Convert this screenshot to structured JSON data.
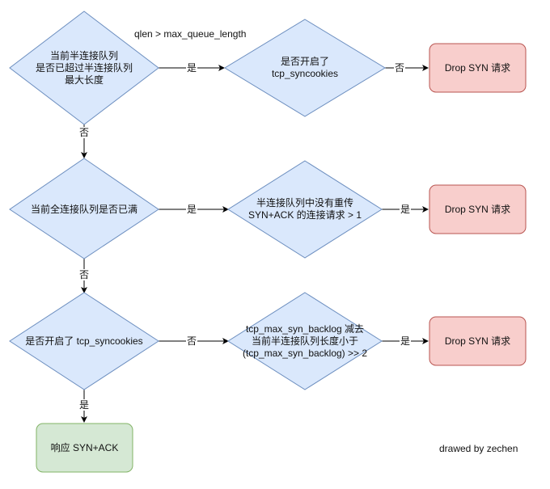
{
  "annotation_top": "qlen > max_queue_length",
  "nodes": {
    "d1": "当前半连接队列\n是否已超过半连接队列\n最大长度",
    "d2": "是否开启了\ntcp_syncookies",
    "d3": "当前全连接队列是否已满",
    "d4": "半连接队列中没有重传\nSYN+ACK 的连接请求 > 1",
    "d5": "是否开启了 tcp_syncookies",
    "d6": "tcp_max_syn_backlog 减去\n当前半连接队列长度小于\n(tcp_max_syn_backlog) >> 2",
    "drop1": "Drop SYN 请求",
    "drop2": "Drop SYN 请求",
    "drop3": "Drop SYN 请求",
    "respond": "响应 SYN+ACK"
  },
  "edges": {
    "d1_d2": "是",
    "d2_drop1": "否",
    "d1_d3": "否",
    "d3_d4": "是",
    "d4_drop2": "是",
    "d3_d5": "否",
    "d5_d6": "否",
    "d6_drop3": "是",
    "d5_respond": "是"
  },
  "credit": "drawed  by zechen",
  "colors": {
    "decision_fill": "#dae8fc",
    "decision_stroke": "#6c8ebf",
    "drop_fill": "#f8cecc",
    "drop_stroke": "#b85450",
    "respond_fill": "#d5e8d4",
    "respond_stroke": "#82b366",
    "line": "#000000"
  }
}
